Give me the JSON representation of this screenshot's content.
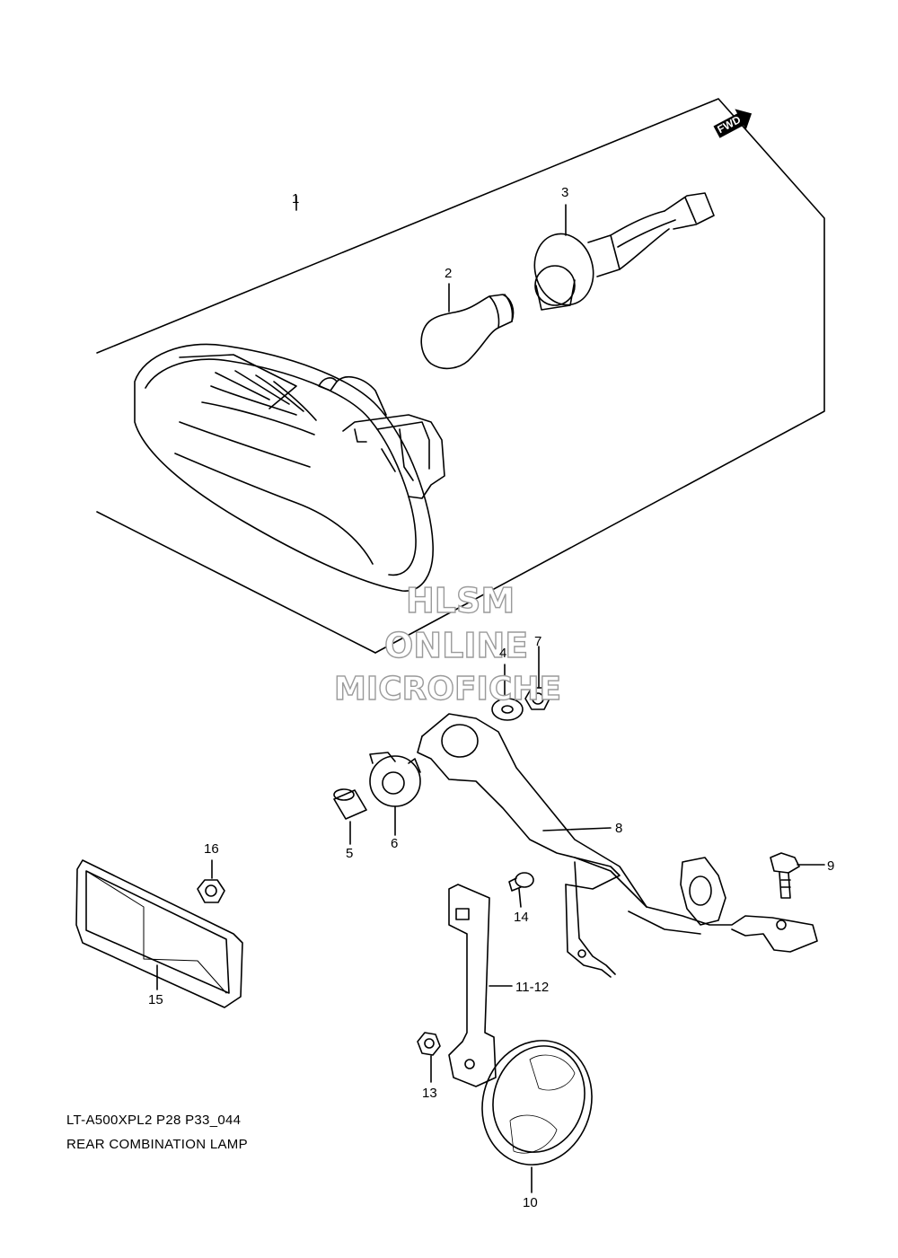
{
  "fwd_label": "FWD",
  "watermark": {
    "line1": "HLSM",
    "line2": "ONLINE",
    "line3": "MICROFICHE"
  },
  "callouts": {
    "c1": "1",
    "c2": "2",
    "c3": "3",
    "c4": "4",
    "c5": "5",
    "c6": "6",
    "c7": "7",
    "c8": "8",
    "c9": "9",
    "c10": "10",
    "c11_12": "11-12",
    "c13": "13",
    "c14": "14",
    "c15": "15",
    "c16": "16"
  },
  "caption": {
    "line1": "LT-A500XPL2 P28 P33_044",
    "line2": "REAR COMBINATION LAMP"
  }
}
